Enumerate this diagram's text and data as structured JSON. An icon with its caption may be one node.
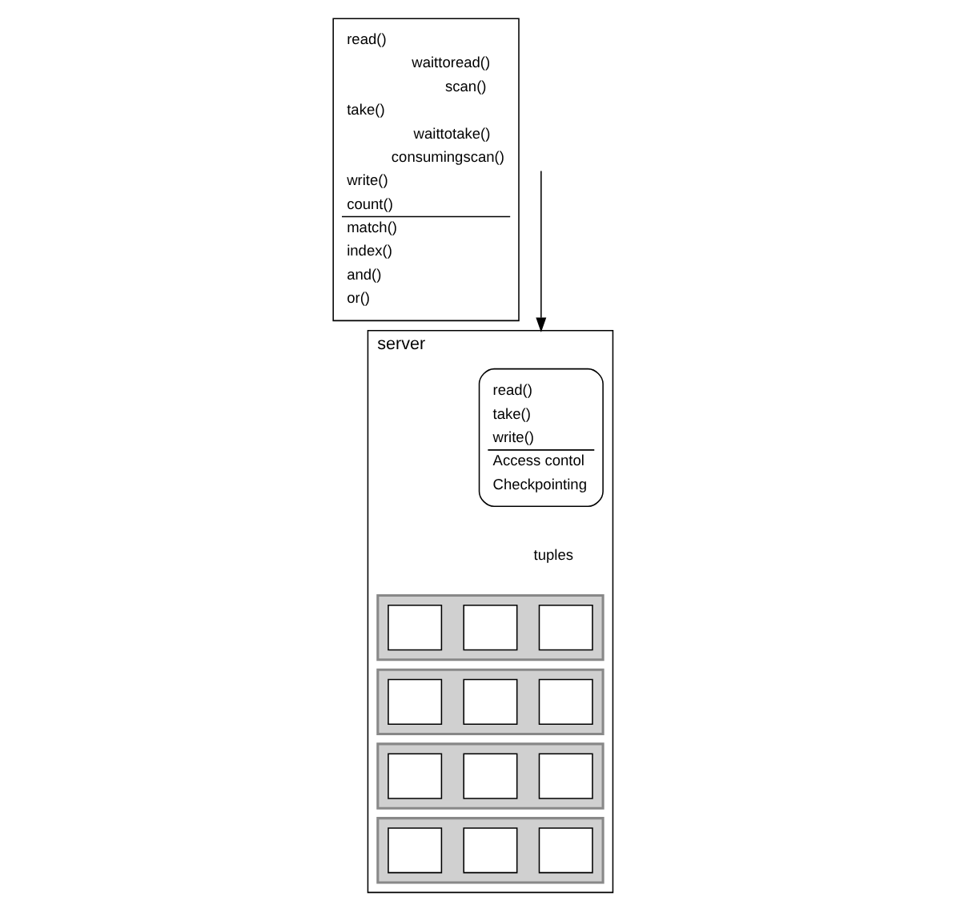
{
  "diagram": {
    "nodes": [
      {
        "text": [
          "read()",
          "waittoread()",
          "scan()",
          "take()",
          "waittotake()",
          "consumingscan()",
          "write()",
          "count()",
          "match()",
          "index()",
          "and()",
          "or()"
        ]
      },
      {
        "text": [
          "server"
        ]
      },
      {
        "text": [
          "read()",
          "take()",
          "write()",
          "Access contol",
          "Checkpointing"
        ],
        "in": 1
      },
      {
        "text": [],
        "shape": "bar",
        "in": 1
      },
      {
        "text": [],
        "shape": "bar",
        "in": 1
      },
      {
        "text": [],
        "shape": "bar",
        "in": 1
      },
      {
        "text": [],
        "shape": "bar",
        "in": 1
      },
      {
        "text": [],
        "shape": "box",
        "in": 3
      },
      {
        "text": [],
        "shape": "box",
        "in": 3
      },
      {
        "text": [],
        "shape": "box",
        "in": 3
      },
      {
        "text": [],
        "shape": "box",
        "in": 4
      },
      {
        "text": [],
        "shape": "box",
        "in": 4
      },
      {
        "text": [],
        "shape": "box",
        "in": 4
      },
      {
        "text": [],
        "shape": "box",
        "in": 5
      },
      {
        "text": [],
        "shape": "box",
        "in": 5
      },
      {
        "text": [],
        "shape": "box",
        "in": 5
      },
      {
        "text": [],
        "shape": "box",
        "in": 6
      },
      {
        "text": [],
        "shape": "box",
        "in": 6
      },
      {
        "text": [],
        "shape": "box",
        "in": 6
      }
    ],
    "edges": [
      {
        "from": null,
        "to": 1,
        "arrow": "to"
      }
    ],
    "labels": [
      "tuples"
    ]
  }
}
